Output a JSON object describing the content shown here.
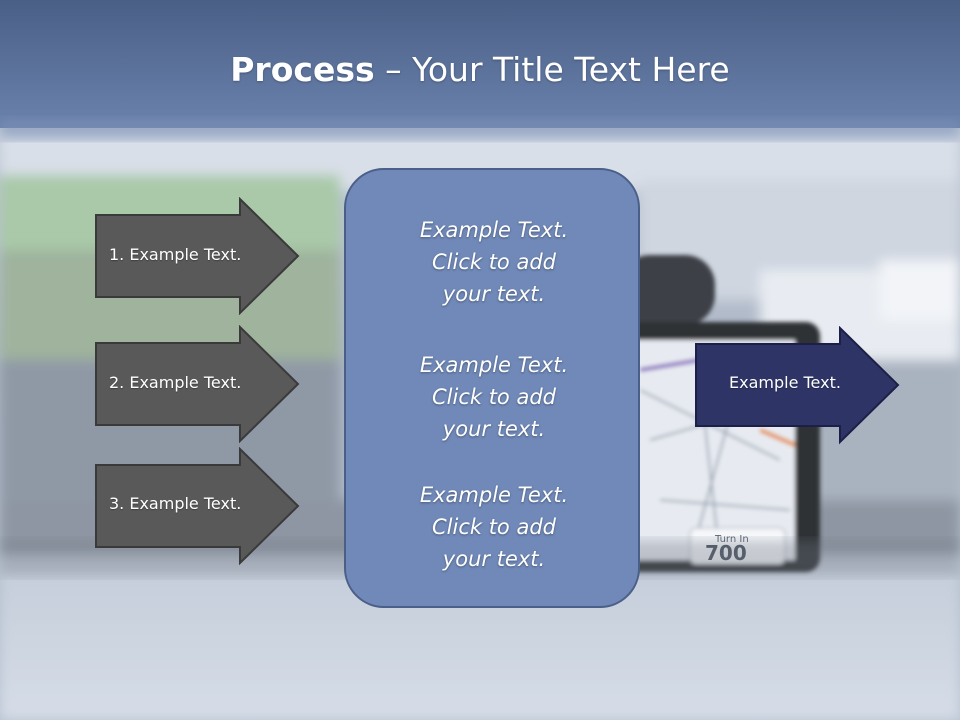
{
  "title": {
    "bold_part": "Process",
    "rest_part": " – Your Title Text Here"
  },
  "left_arrows": [
    {
      "label": "1. Example Text."
    },
    {
      "label": "2. Example Text."
    },
    {
      "label": "3. Example Text."
    }
  ],
  "center_box": {
    "blocks": [
      {
        "line1": "Example Text.",
        "line2": "Click  to add",
        "line3": "your text."
      },
      {
        "line1": "Example Text.",
        "line2": "Click  to add",
        "line3": "your text."
      },
      {
        "line1": "Example Text.",
        "line2": "Click  to add",
        "line3": "your text."
      }
    ]
  },
  "right_arrow": {
    "label": "Example Text."
  },
  "background_photo": {
    "gps_screen_text_1": "Turn In",
    "gps_screen_text_2": "700"
  },
  "colors": {
    "left_arrow_fill": "#595959",
    "right_arrow_fill": "#2e3466",
    "center_box_fill": "#7089b8",
    "title_band": "#5b73a3"
  }
}
